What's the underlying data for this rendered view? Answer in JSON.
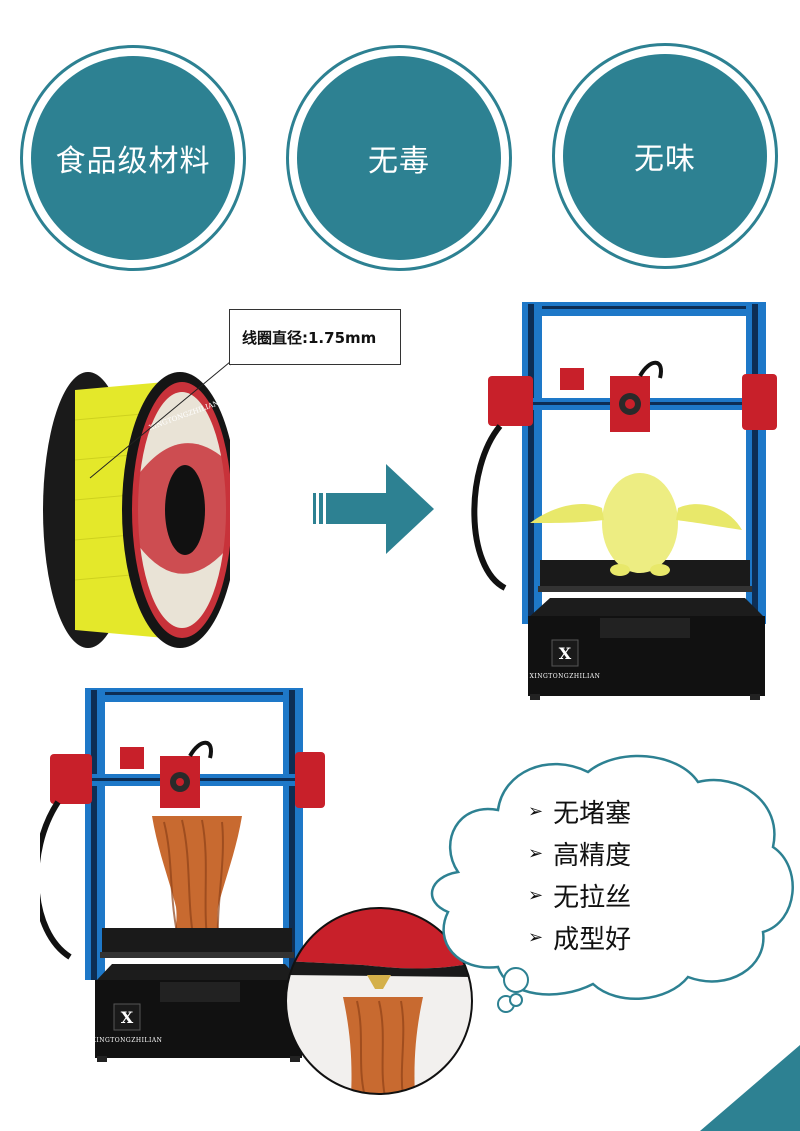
{
  "features": [
    {
      "label": "食品级材料"
    },
    {
      "label": "无毒"
    },
    {
      "label": "无味"
    }
  ],
  "filament": {
    "diameter_label": "线圈直径:1.75mm",
    "spool_brand": "XINGTONGZHILIAN"
  },
  "printer": {
    "logo_letter": "X",
    "brand": "XINGTONGZHILIAN"
  },
  "cloud": {
    "bullets": [
      {
        "label": "无堵塞"
      },
      {
        "label": "高精度"
      },
      {
        "label": "无拉丝"
      },
      {
        "label": "成型好"
      }
    ]
  },
  "colors": {
    "accent": "#2d8192",
    "filament_yellow": "#e8ec2a",
    "frame_red": "#c8202a",
    "frame_blue": "#1e78c8",
    "print_orange": "#c86a30"
  }
}
